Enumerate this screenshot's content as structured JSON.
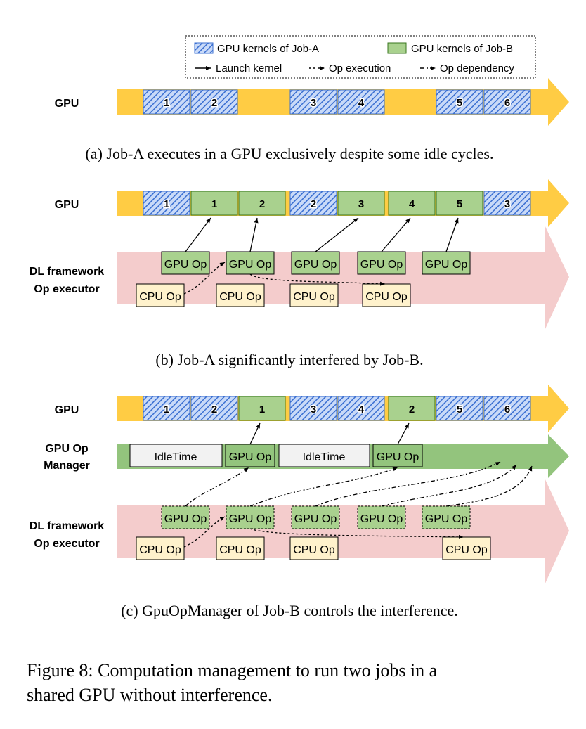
{
  "legend": {
    "job_a": "GPU kernels of Job-A",
    "job_b": "GPU kernels of Job-B",
    "launch": "Launch kernel",
    "op_exec": "Op execution",
    "op_dep": "Op dependency"
  },
  "labels": {
    "gpu": "GPU",
    "dl_line1": "DL framework",
    "dl_line2": "Op executor",
    "mgr_line1": "GPU Op",
    "mgr_line2": "Manager",
    "gpu_op": "GPU Op",
    "cpu_op": "CPU Op",
    "idle": "IdleTime"
  },
  "panels": {
    "a": {
      "kernels": [
        "1",
        "2",
        "3",
        "4",
        "5",
        "6"
      ]
    },
    "b": {
      "kernels": [
        "1",
        "1",
        "2",
        "2",
        "3",
        "4",
        "5",
        "3"
      ]
    },
    "c": {
      "kernels": [
        "1",
        "2",
        "1",
        "3",
        "4",
        "2",
        "5",
        "6"
      ]
    }
  },
  "captions": {
    "a": "(a) Job-A executes in a GPU exclusively despite some idle cycles.",
    "b": "(b) Job-A significantly interfered by Job-B.",
    "c": "(c) GpuOpManager of Job-B controls the interference.",
    "figure": "Figure 8: Computation management to run two jobs in a shared GPU without interference."
  },
  "colors": {
    "job_a_fill": "#c9daf8",
    "job_a_hatch": "#3a6fd1",
    "job_b_fill": "#a9d18e",
    "timeline": "#ffcc44",
    "executor_band": "#f4cccc",
    "manager_band": "#93c47d",
    "cpu_op": "#fff2cc"
  }
}
